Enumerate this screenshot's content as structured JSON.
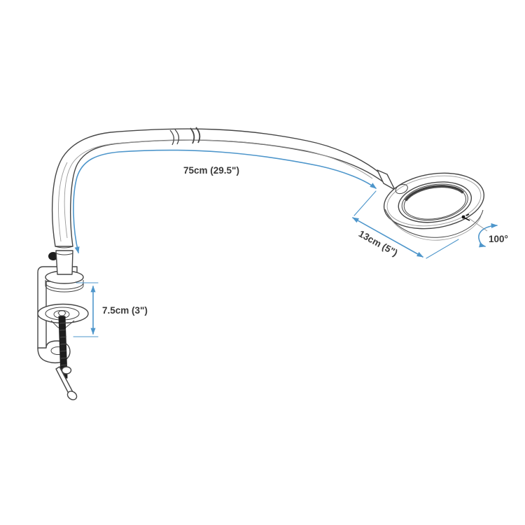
{
  "figure": {
    "subject": "clamp-mounted ring magnifier lamp dimension diagram",
    "background": "#ffffff"
  },
  "annotations": {
    "arm_length": {
      "text": "75cm (29.5\")",
      "value_cm": 75,
      "value_in": 29.5
    },
    "head_diameter": {
      "text": "13cm (5\")",
      "value_cm": 13,
      "value_in": 5
    },
    "clamp_height": {
      "text": "7.5cm (3\")",
      "value_cm": 7.5,
      "value_in": 3
    },
    "head_tilt": {
      "text": "100°",
      "value_deg": 100
    }
  },
  "colors": {
    "line": "#464646",
    "dimension_blue": "#4e96cb",
    "label_text": "#3a3a3a",
    "screw_black": "#1e1e1e"
  }
}
